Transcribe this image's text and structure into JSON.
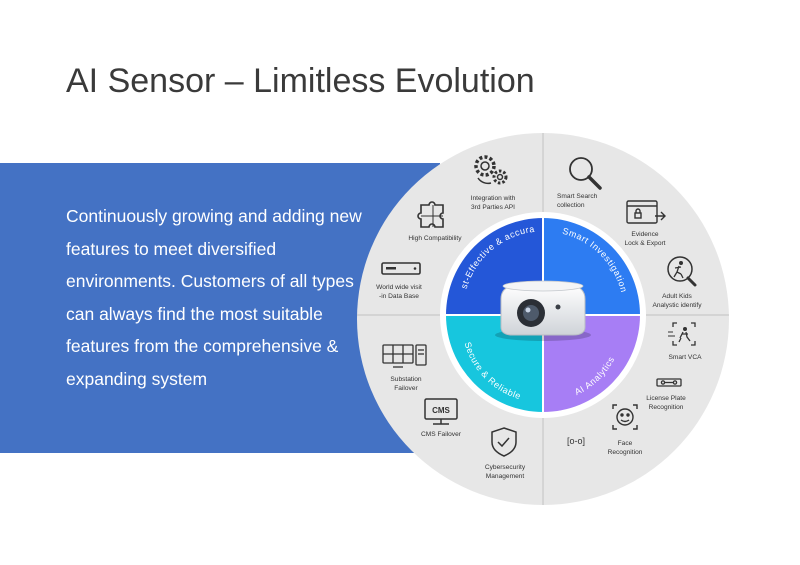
{
  "slide": {
    "title": "AI Sensor – Limitless Evolution",
    "description": "Continuously growing and adding new features to meet diversified environments. Customers of all types can always find the most suitable features from the comprehensive & expanding system"
  },
  "colors": {
    "band": "#4472c4",
    "outer_ring": "#e7e7e7",
    "q_top_left": "#2457d8",
    "q_top_right": "#2d7cf2",
    "q_bottom_left": "#17c6de",
    "q_bottom_right": "#a77ef5"
  },
  "quadrants": {
    "top_left": "Cost-Effective & accurate",
    "top_right": "Smart Investigation",
    "bottom_left": "Secure & Reliable",
    "bottom_right": "AI Analytics"
  },
  "features": {
    "integration": {
      "line1": "Integration with",
      "line2": "3rd Parties API",
      "icon": "gears-icon"
    },
    "high_compat": {
      "line1": "High Compatibility",
      "icon": "puzzle-icon"
    },
    "world_wide": {
      "line1": "World wide visit",
      "line2": "-in Data Base",
      "icon": "recorder-icon"
    },
    "smart_search": {
      "line1": "Smart Search",
      "line2": "collection",
      "icon": "magnifier-icon"
    },
    "evidence": {
      "line1": "Evidence",
      "line2": "Lock & Export",
      "icon": "export-icon"
    },
    "adult_kids": {
      "line1": "Adult Kids",
      "line2": "Analystic identify",
      "icon": "person-icon"
    },
    "smart_vca": {
      "line1": "Smart VCA",
      "icon": "vca-icon"
    },
    "license_plate": {
      "line1": "License Plate",
      "line2": "Recognition",
      "icon": "license-plate-icon"
    },
    "face": {
      "line1": "Face",
      "line2": "Recognition",
      "icon": "face-icon"
    },
    "substation": {
      "line1": "Substation",
      "line2": "Failover",
      "icon": "server-icon"
    },
    "cms": {
      "line1": "CMS Failover",
      "badge": "CMS",
      "icon": "monitor-icon"
    },
    "cyber": {
      "line1": "Cybersecurity",
      "line2": "Management",
      "icon": "shield-icon"
    },
    "plate_small": {
      "badge": "[o-o]",
      "icon": "plate-small-icon"
    }
  }
}
